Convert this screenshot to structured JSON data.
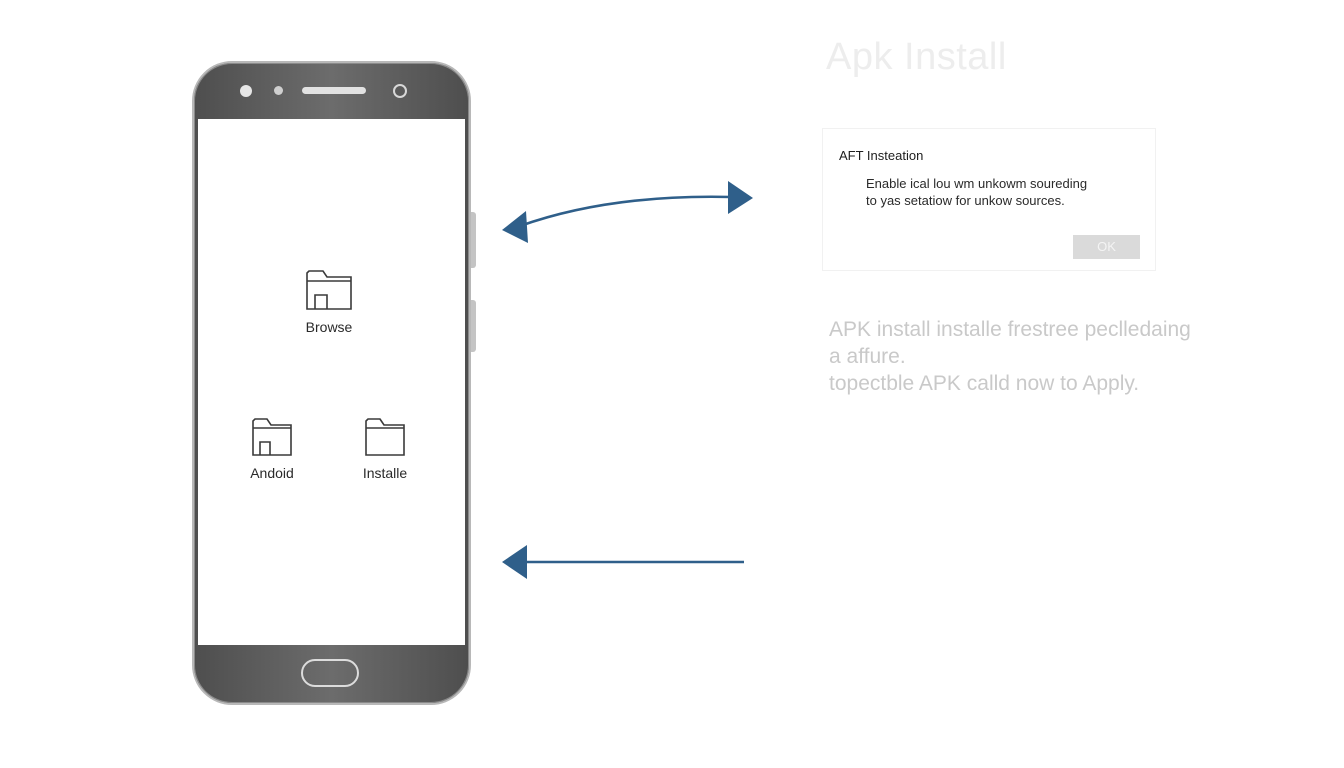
{
  "phone": {
    "apps": [
      {
        "label": "Browse",
        "icon": "folder-icon"
      },
      {
        "label": "Andoid",
        "icon": "folder-icon"
      },
      {
        "label": "Installe",
        "icon": "folder-icon"
      }
    ]
  },
  "panel": {
    "title": "Apk Install",
    "dialog": {
      "title": "AFT Insteation",
      "line1": "Enable ical lou wm unkowm soureding",
      "line2": "to yas setatiow for unkow sources.",
      "ok_label": "OK"
    },
    "note": {
      "line1": "APK install installe frestree peclledaing",
      "line2": "a  affure.",
      "line3": "topectble APK calld now to Apply."
    }
  },
  "colors": {
    "arrow": "#2f5f8a",
    "phone_body": "#5e5e5e",
    "ok_button": "#dadada"
  }
}
